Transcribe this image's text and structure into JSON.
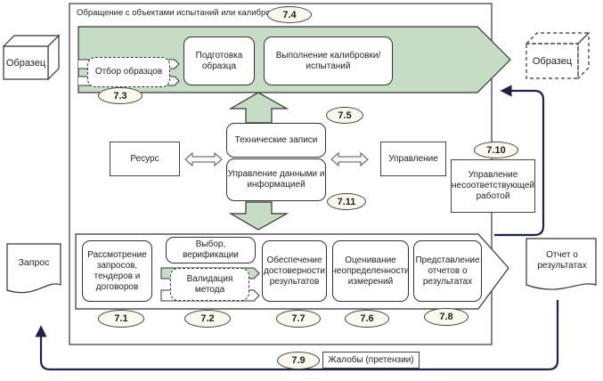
{
  "diagram": {
    "title": "Обращение с объектами испытаний или калибровки",
    "colors": {
      "process_band": "#c7dcc4",
      "arrow_dark": "#1f2247",
      "oval_fill": "#fbf8ee",
      "border": "#333333"
    },
    "inputs": {
      "sample_in": "Образец",
      "request": "Запрос"
    },
    "outputs": {
      "sample_out": "Образец",
      "report": "Отчет о результатах"
    },
    "top_band": {
      "clause": "7.4",
      "sampling": {
        "label": "Отбор образцов",
        "clause": "7.3"
      },
      "preparation": "Подготовка образца",
      "execution": "Выполнение калибровки/ испытаний"
    },
    "center": {
      "technical_records": "Технические записи",
      "records_clause": "7.5",
      "data_management": "Управление данными и информацией",
      "data_clause": "7.11",
      "resource": "Ресурс",
      "management": "Управление"
    },
    "nonconforming": {
      "label": "Управление несоответствующей работой",
      "clause": "7.10"
    },
    "bottom_band": {
      "review": {
        "label": "Рассмотрение запросов, тендеров и договоров",
        "clause": "7.1"
      },
      "selection": {
        "label": "Выбор, верификации",
        "clause": "7.2"
      },
      "validation": "Валидация метода",
      "validity": {
        "label": "Обеспечение достоверности результатов",
        "clause": "7.7"
      },
      "uncertainty": {
        "label": "Оценивание неопределенности измерений",
        "clause": "7.6"
      },
      "reporting": {
        "label": "Представление отчетов о результатах",
        "clause": "7.8"
      }
    },
    "complaints": {
      "label": "Жалобы (претензии)",
      "clause": "7.9"
    }
  }
}
